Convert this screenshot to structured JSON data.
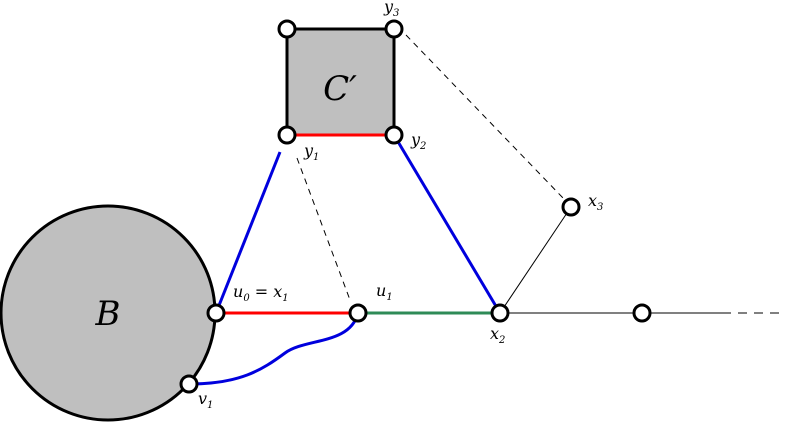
{
  "regions": {
    "B": "B",
    "C": "C′"
  },
  "labels": {
    "y3": {
      "base": "y",
      "sub": "3"
    },
    "y1": {
      "base": "y",
      "sub": "1"
    },
    "y2": {
      "base": "y",
      "sub": "2"
    },
    "x3": {
      "base": "x",
      "sub": "3"
    },
    "u1": {
      "base": "u",
      "sub": "1"
    },
    "x2": {
      "base": "x",
      "sub": "2"
    },
    "v1": {
      "base": "v",
      "sub": "1"
    },
    "u0": {
      "base1": "u",
      "sub1": "0",
      "eq": " = ",
      "base2": "x",
      "sub2": "1"
    }
  },
  "colors": {
    "region_fill": "#bfbfbf",
    "red": "#ff0000",
    "blue": "#0000dd",
    "green": "#2e8b57",
    "black": "#000000"
  }
}
